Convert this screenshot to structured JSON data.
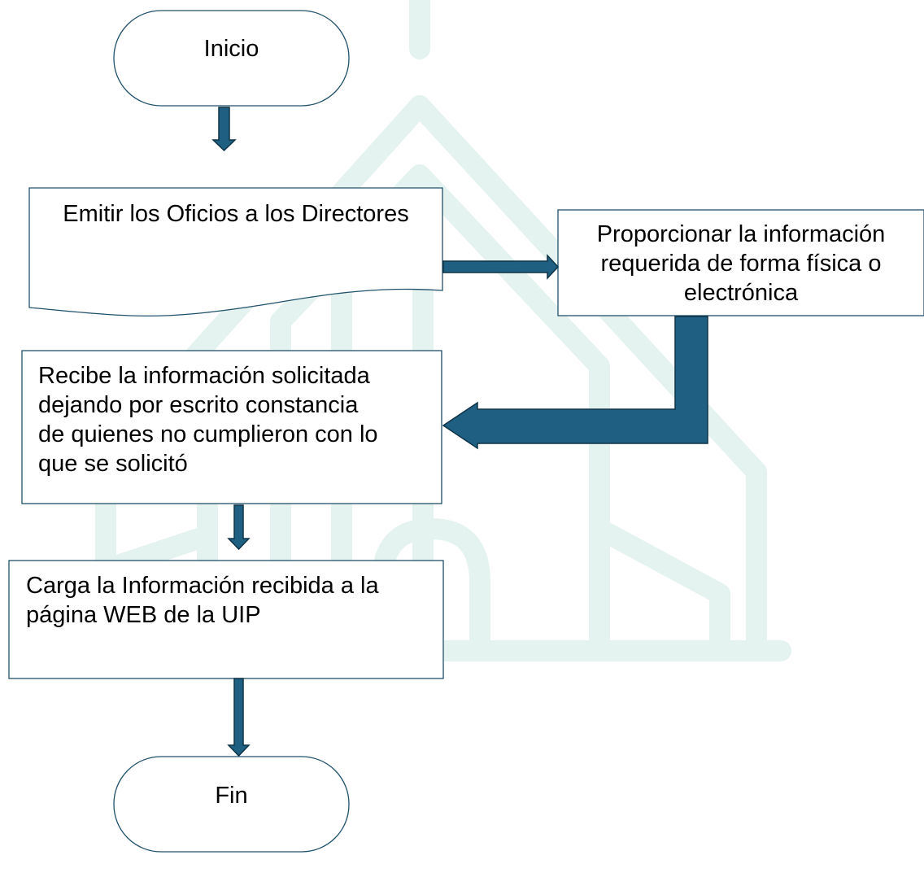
{
  "colors": {
    "arrow_fill": "#1f5f82",
    "arrow_stroke": "#0e3347",
    "box_stroke": "#20516b",
    "watermark": "#e4f3ef",
    "background": "#ffffff"
  },
  "flowchart": {
    "start": {
      "label": "Inicio"
    },
    "step_emit": {
      "label": "Emitir los Oficios a los Directores"
    },
    "step_provide": {
      "lines": [
        "Proporcionar la información",
        "requerida de forma física o",
        "electrónica"
      ]
    },
    "step_receive": {
      "lines": [
        "Recibe la información solicitada",
        "dejando por escrito constancia",
        "de quienes no cumplieron con lo",
        "que se solicitó"
      ]
    },
    "step_upload": {
      "lines": [
        "Carga la Información recibida a la",
        "página WEB de la UIP"
      ]
    },
    "end": {
      "label": "Fin"
    },
    "connectors": [
      {
        "from": "start",
        "to": "step_emit",
        "icon": "down-arrow-icon"
      },
      {
        "from": "step_emit",
        "to": "step_provide",
        "icon": "right-arrow-icon"
      },
      {
        "from": "step_provide",
        "to": "step_receive",
        "icon": "bent-arrow-icon"
      },
      {
        "from": "step_receive",
        "to": "step_upload",
        "icon": "down-arrow-icon"
      },
      {
        "from": "step_upload",
        "to": "end",
        "icon": "down-arrow-icon"
      }
    ]
  }
}
